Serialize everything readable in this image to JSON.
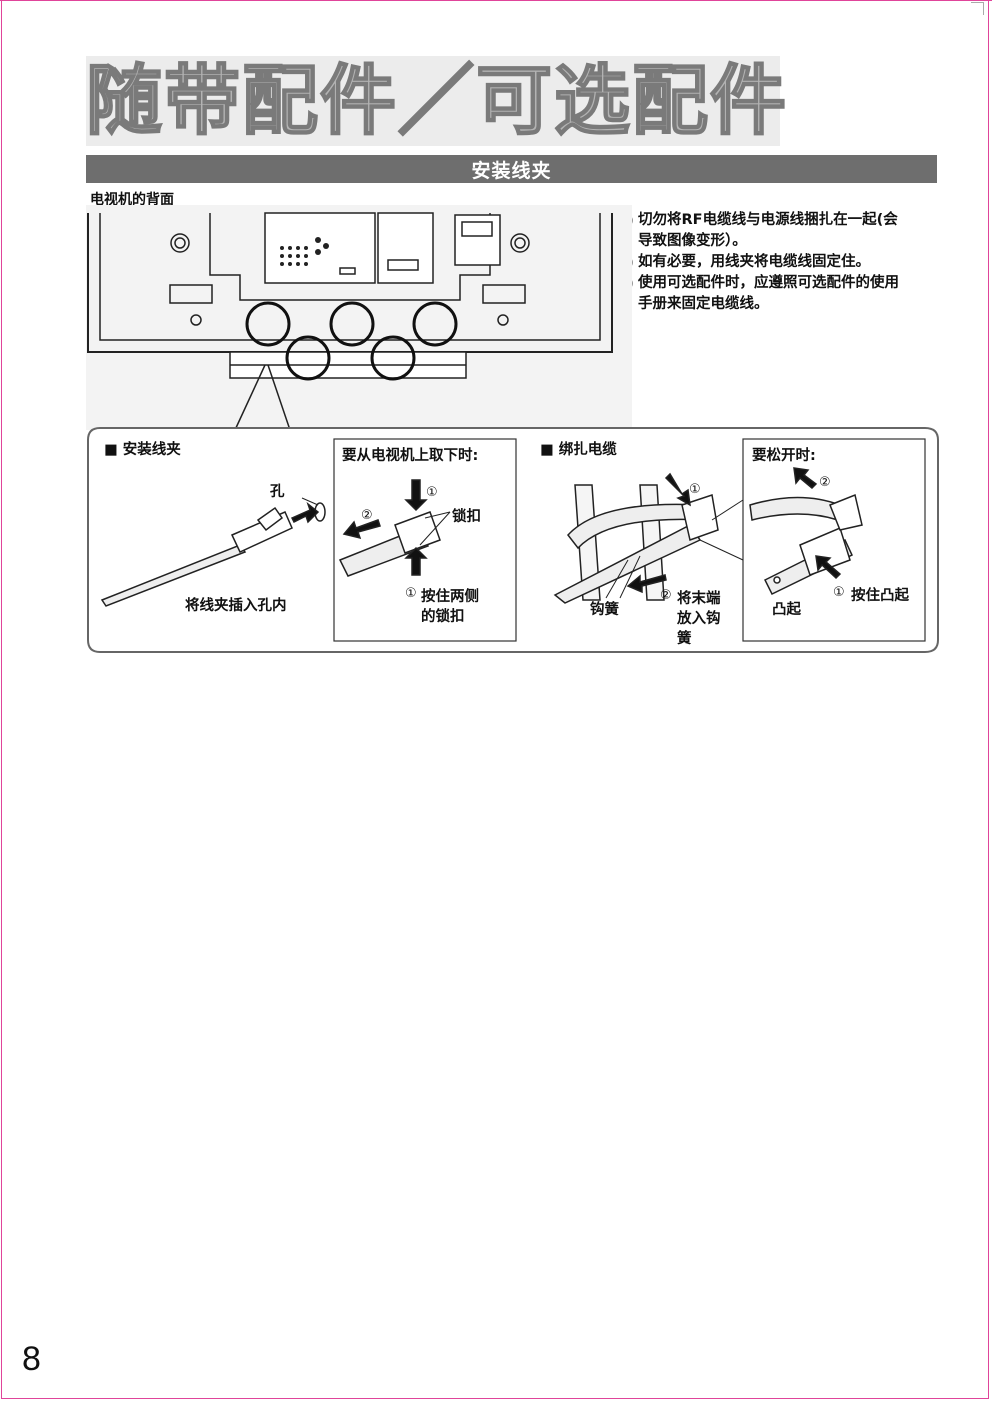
{
  "page": {
    "title": "随带配件／可选配件",
    "page_number": "8"
  },
  "section": {
    "header": "安装线夹",
    "tv_back_label": "电视机的背面",
    "bullets": [
      "切勿将RF电缆线与电源线捆扎在一起(会",
      "导致图像变形）。",
      "如有必要，用线夹将电缆线固定住。",
      "使用可选配件时，应遵照可选配件的使用",
      "手册来固定电缆线。"
    ]
  },
  "panels": {
    "install": {
      "heading": "■ 安装线夹",
      "hole_label": "孔",
      "insert_caption": "将线夹插入孔内"
    },
    "remove": {
      "heading": "要从电视机上取下时:",
      "step1_marker": "①",
      "step2_marker": "②",
      "lock_label": "锁扣",
      "press_marker": "①",
      "press_label_1": "按住两侧",
      "press_label_2": "的锁扣"
    },
    "bind": {
      "heading": "■ 绑扎电缆",
      "step1_marker": "①",
      "hook_label": "钩簧",
      "step2_marker": "②",
      "step2_label_1": "将末端",
      "step2_label_2": "放入钩",
      "step2_label_3": "簧"
    },
    "loosen": {
      "heading": "要松开时:",
      "step2_marker": "②",
      "bump_label": "凸起",
      "press_marker": "①",
      "press_label": "按住凸起"
    }
  }
}
